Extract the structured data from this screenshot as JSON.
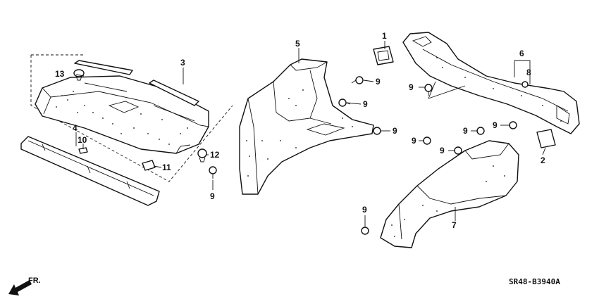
{
  "diagram_code": "SR48-B3940A",
  "direction_label": "FR.",
  "callouts": {
    "c1": "1",
    "c2": "2",
    "c3": "3",
    "c4": "4",
    "c5": "5",
    "c6": "6",
    "c7": "7",
    "c8": "8",
    "c10": "10",
    "c11": "11",
    "c12": "12",
    "c13": "13",
    "c9a": "9",
    "c9b": "9",
    "c9c": "9",
    "c9d": "9",
    "c9e": "9",
    "c9f": "9",
    "c9g": "9",
    "c9h": "9",
    "c9i": "9",
    "c9j": "9"
  }
}
